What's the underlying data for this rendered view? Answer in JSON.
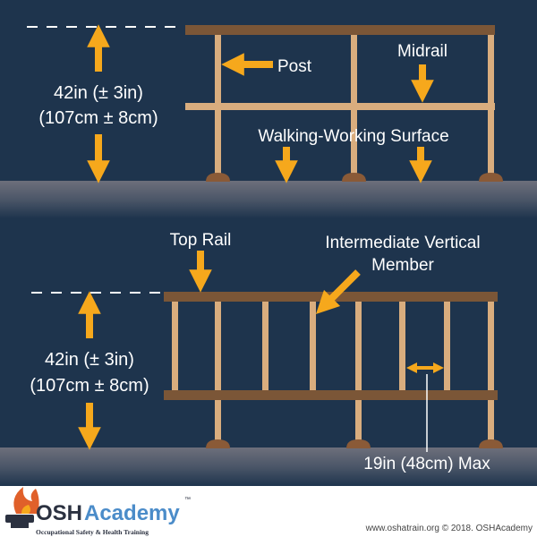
{
  "colors": {
    "background": "#1e344d",
    "top_rail": "#7b5637",
    "post": "#d9ad7e",
    "arrow": "#f6a81c",
    "foot": "#8a5a37"
  },
  "top_diagram": {
    "height_line1": "42in (± 3in)",
    "height_line2": "(107cm ± 8cm)",
    "post_label": "Post",
    "midrail_label": "Midrail",
    "surface_label": "Walking-Working Surface"
  },
  "bottom_diagram": {
    "height_line1": "42in (± 3in)",
    "height_line2": "(107cm ± 8cm)",
    "top_rail_label": "Top Rail",
    "ivm_label_line1": "Intermediate Vertical",
    "ivm_label_line2": "Member",
    "spacing_label": "19in (48cm) Max"
  },
  "footer": {
    "logo_osh": "OSH",
    "logo_academy": "Academy",
    "logo_tm": "™",
    "logo_tagline": "Occupational Safety & Health Training",
    "credit": "www.oshatrain.org © 2018. OSHAcademy"
  }
}
